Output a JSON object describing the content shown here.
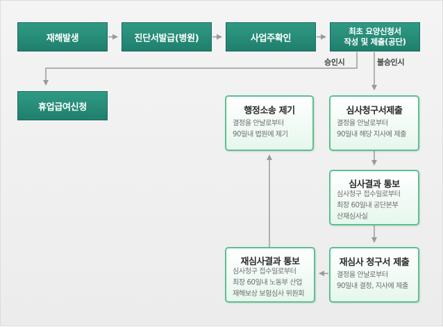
{
  "top_row": {
    "occurrence": "재해발생",
    "diagnosis": "진단서발급(병원)",
    "confirm": "사업주확인",
    "first_claim": [
      "최초 요양신청서",
      "작성 및 제출(공단)"
    ]
  },
  "labels": {
    "approved": "승인시",
    "rejected": "불승인시"
  },
  "leave_claim": "휴업급여신청",
  "admin_suit": {
    "title": "행정소송 제기",
    "lines": [
      "결정을 안날로부터",
      "90일내 법원에 제기"
    ]
  },
  "review_request": {
    "title": "심사청구서제출",
    "lines": [
      "결정을 안날로부터",
      "90일내 해당 지사에 제출"
    ]
  },
  "review_result": {
    "title": "심사결과 통보",
    "lines": [
      "심사청구 접수일로부터",
      "최장 60일내 공단본부",
      "산재심사실"
    ]
  },
  "rereview_request": {
    "title": "재심사 청구서 제출",
    "lines": [
      "결정을 안날로부터",
      "90일내 결정, 지사에 제출"
    ]
  },
  "rereview_result": {
    "title": "재심사결과 통보",
    "lines": [
      "심사청구 접수일로부터",
      "최장 60일내 노동부 산업",
      "재해보상 보험심사 위원회"
    ]
  },
  "colors": {
    "dark_box": "#2a8f7a",
    "light_border": "#58c190",
    "arrow": "#9a9a9a"
  }
}
